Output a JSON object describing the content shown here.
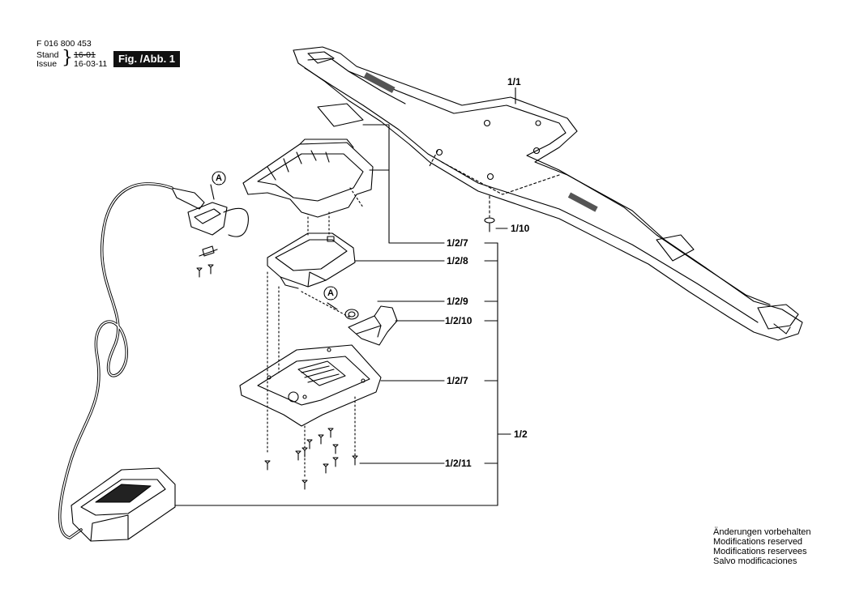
{
  "header": {
    "part_number": "F 016 800 453",
    "stand_label": "Stand",
    "issue_label": "Issue",
    "stand_value": "16-01",
    "issue_value": "16-03-11",
    "figure_badge": "Fig. /Abb. 1"
  },
  "callouts": {
    "c1_1": "1/1",
    "c1_10": "1/10",
    "c1_2_7_top": "1/2/7",
    "c1_2_8": "1/2/8",
    "c1_2_9": "1/2/9",
    "c1_2_10": "1/2/10",
    "c1_2_7_bottom": "1/2/7",
    "c1_2": "1/2",
    "c1_2_11": "1/2/11",
    "detail_a_1": "A",
    "detail_a_2": "A"
  },
  "notes": [
    "Änderungen vorbehalten",
    "Modifications reserved",
    "Modifications reservees",
    "Salvo modificaciones"
  ]
}
